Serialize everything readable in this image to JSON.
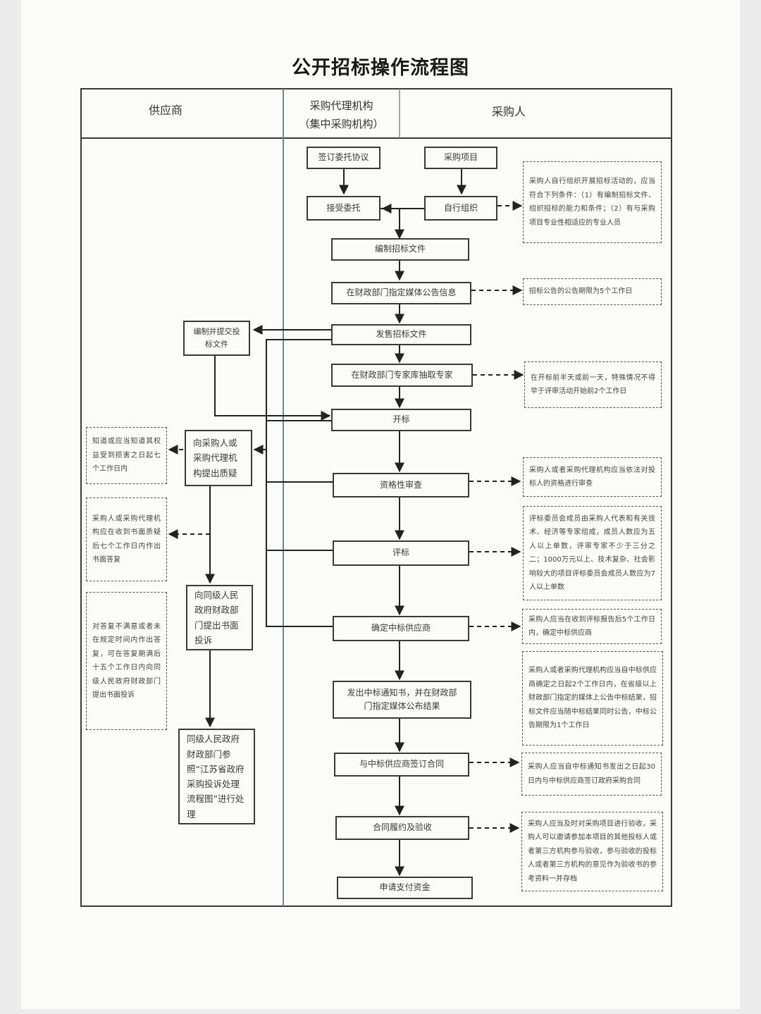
{
  "title": "公开招标操作流程图",
  "lanes": {
    "supplier": "供应商",
    "agency_line1": "采购代理机构",
    "agency_line2": "（集中采购机构）",
    "purchaser": "采购人"
  },
  "steps": {
    "sign_agreement": "签订委托协议",
    "procurement_project": "采购项目",
    "accept_entrust": "接受委托",
    "self_organize": "自行组织",
    "compile_docs": "编制招标文件",
    "publish_notice": "在财政部门指定媒体公告信息",
    "sell_docs": "发售招标文件",
    "draw_experts": "在财政部门专家库抽取专家",
    "open_bids": "开标",
    "qualification_review": "资格性审查",
    "evaluate": "评标",
    "confirm_winner": "确定中标供应商",
    "issue_notice": "发出中标通知书，并在财政部门指定媒体公布结果",
    "sign_contract": "与中标供应商签订合同",
    "perform_accept": "合同履约及验收",
    "apply_payment": "申请支付资金"
  },
  "supplier_steps": {
    "prepare_bid": "编制并提交投标文件",
    "query": "向采购人或采购代理机构提出质疑",
    "complaint": "向同级人民政府财政部门提出书面投诉",
    "handling": "同级人民政府财政部门参照“江苏省政府采购投诉处理流程图”进行处理"
  },
  "notes": {
    "self_org": "采购人自行组织开展招标活动的，应当符合下列条件：（1）有编制招标文件、组织招标的能力和条件；（2）有与采购项目专业性相适应的专业人员",
    "notice_period": "招标公告的公告期限为5个工作日",
    "expert_draw": "在开标前半天或前一天，特殊情况不得早于评审活动开始前2个工作日",
    "query_deadline": "知道或应当知道其权益受到损害之日起七个工作日内",
    "reply_deadline": "采购人或采购代理机构应在收到书面质疑后七个工作日内作出书面答复",
    "complaint_deadline": "对答复不满意或者未在规定时间内作出答复，可在答复期满后十五个工作日内向同级人民政府财政部门提出书面投诉",
    "qualification": "采购人或者采购代理机构应当依法对投标人的资格进行审查",
    "committee": "评标委员会成员由采购人代表和有关技术、经济等专家组成，成员人数应为五人以上单数，评审专家不少于三分之二；1000万元以上、技术复杂、社会影响较大的项目评标委员会成员人数应为7人以上单数",
    "confirm": "采购人应当在收到评标报告后5个工作日内，确定中标供应商",
    "announce": "采购人或者采购代理机构应当自中标供应商确定之日起2个工作日内，在省级以上财政部门指定的媒体上公告中标结果，招标文件应当随中标结果同时公告，中标公告期限为1个工作日",
    "contract": "采购人应当自中标通知书发出之日起30日内与中标供应商签订政府采购合同",
    "acceptance": "采购人应当及时对采购项目进行验收，采购人可以邀请参加本项目的其他投标人或者第三方机构参与验收，参与验收的投标人或者第三方机构的意见作为验收书的参考资料一并存档"
  }
}
